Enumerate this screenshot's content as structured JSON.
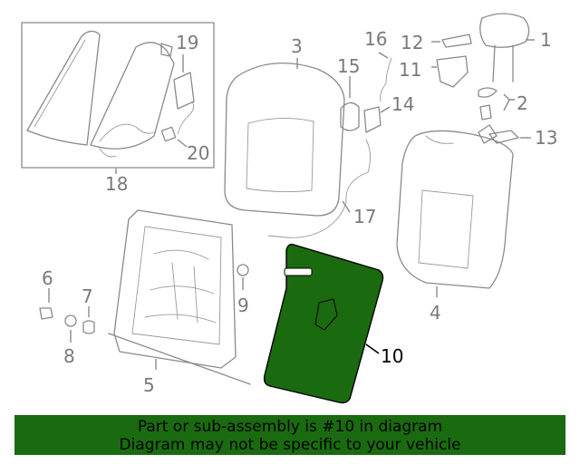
{
  "callouts": {
    "c1": "1",
    "c2": "2",
    "c3": "3",
    "c4": "4",
    "c5": "5",
    "c6": "6",
    "c7": "7",
    "c8": "8",
    "c9": "9",
    "c10": "10",
    "c11": "11",
    "c12": "12",
    "c13": "13",
    "c14": "14",
    "c15": "15",
    "c16": "16",
    "c17": "17",
    "c18": "18",
    "c19": "19",
    "c20": "20"
  },
  "highlight": {
    "part": "10",
    "fill_color": "#1a6b0f"
  },
  "colors": {
    "line": "#8a8a8a",
    "highlight_text": "#000000"
  },
  "banner": {
    "line1": "Part or sub-assembly is #10 in diagram",
    "line2": "Diagram may not be specific to your vehicle",
    "background": "#1a6b0f"
  }
}
